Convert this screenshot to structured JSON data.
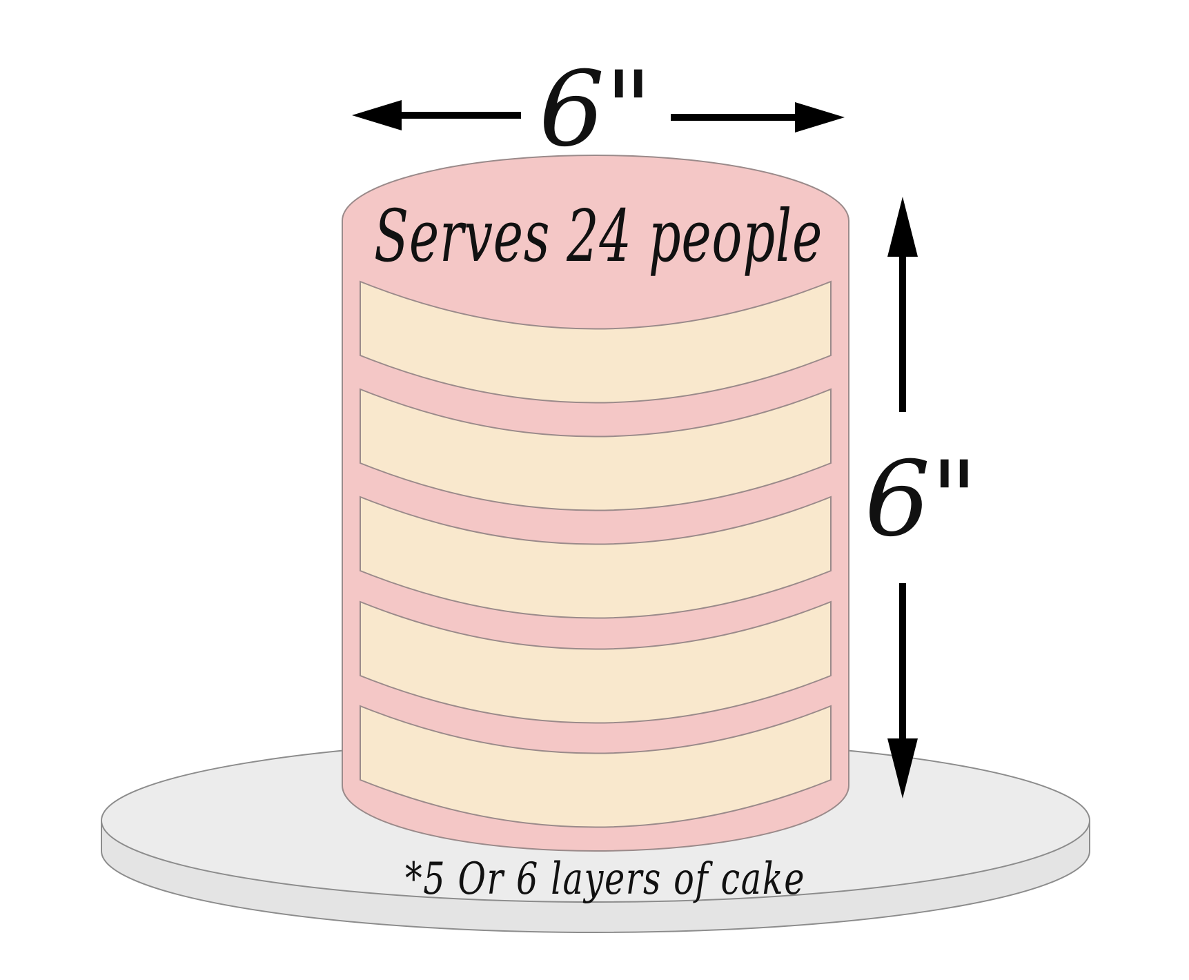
{
  "diagram": {
    "headline": "Serves 24 people",
    "footnote": "*5 Or 6 layers of cake",
    "width_label": "6\"",
    "height_label": "6\"",
    "layer_count": 5,
    "colors": {
      "frosting": "#f4c7c6",
      "frosting_outline": "#9a8a8a",
      "sponge": "#f9e8cd",
      "board": "#e8e8e8",
      "board_outline": "#8c8c8c",
      "arrow": "#000000"
    },
    "icons": {
      "width_arrow": "double-headed-horizontal-arrow",
      "height_arrow": "double-headed-vertical-arrow"
    }
  }
}
